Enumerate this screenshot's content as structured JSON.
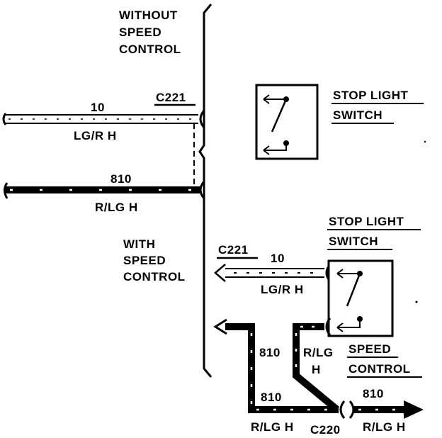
{
  "colors": {
    "ink": "#000000",
    "paper": "#ffffff"
  },
  "without_speed_control": {
    "heading": [
      "WITHOUT",
      "SPEED",
      "CONTROL"
    ],
    "connector": "C221",
    "wire_10": {
      "number": "10",
      "color_code": "LG/R H"
    },
    "wire_810": {
      "number": "810",
      "color_code": "R/LG H"
    },
    "switch_label": [
      "STOP LIGHT",
      "SWITCH"
    ]
  },
  "with_speed_control": {
    "heading": [
      "WITH",
      "SPEED",
      "CONTROL"
    ],
    "connector": "C221",
    "wire_10": {
      "number": "10",
      "color_code": "LG/R H"
    },
    "switch_label": [
      "STOP LIGHT",
      "SWITCH"
    ],
    "speed_control_label": [
      "SPEED",
      "CONTROL"
    ],
    "vertical_wire": {
      "number": "810",
      "color_code": [
        "R/LG",
        "H"
      ]
    },
    "bottom_wire": {
      "number": "810",
      "color_code": "R/LG H"
    },
    "bottom_connector": "C220",
    "output_wire": {
      "number": "810",
      "color_code": "R/LG H"
    }
  },
  "icons": {
    "switch": "switch-contact-icon",
    "arrow": "arrow-head-icon",
    "connector": "connector-bracket-icon"
  }
}
